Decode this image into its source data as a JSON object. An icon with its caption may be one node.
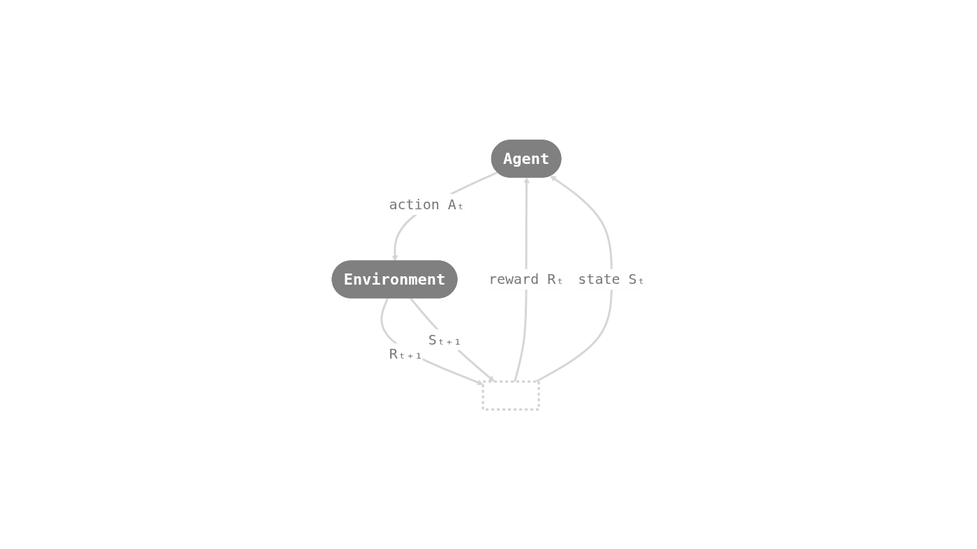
{
  "diagram": {
    "nodes": [
      {
        "text": [
          "Agent"
        ]
      },
      {
        "text": [
          "Environment"
        ]
      },
      {
        "text": [],
        "shape": "bar"
      }
    ],
    "edges": [
      {
        "from": 0,
        "to": 1,
        "arrow": "to",
        "label": "action Aₜ"
      },
      {
        "from": 1,
        "to": 2,
        "arrow": "to",
        "label": "Rₜ₊₁"
      },
      {
        "from": 1,
        "to": 2,
        "arrow": "to",
        "label": "Sₜ₊₁"
      },
      {
        "from": 2,
        "to": 0,
        "arrow": "to",
        "label": "reward Rₜ"
      },
      {
        "from": 2,
        "to": 0,
        "arrow": "to",
        "label": "state Sₜ"
      }
    ]
  }
}
